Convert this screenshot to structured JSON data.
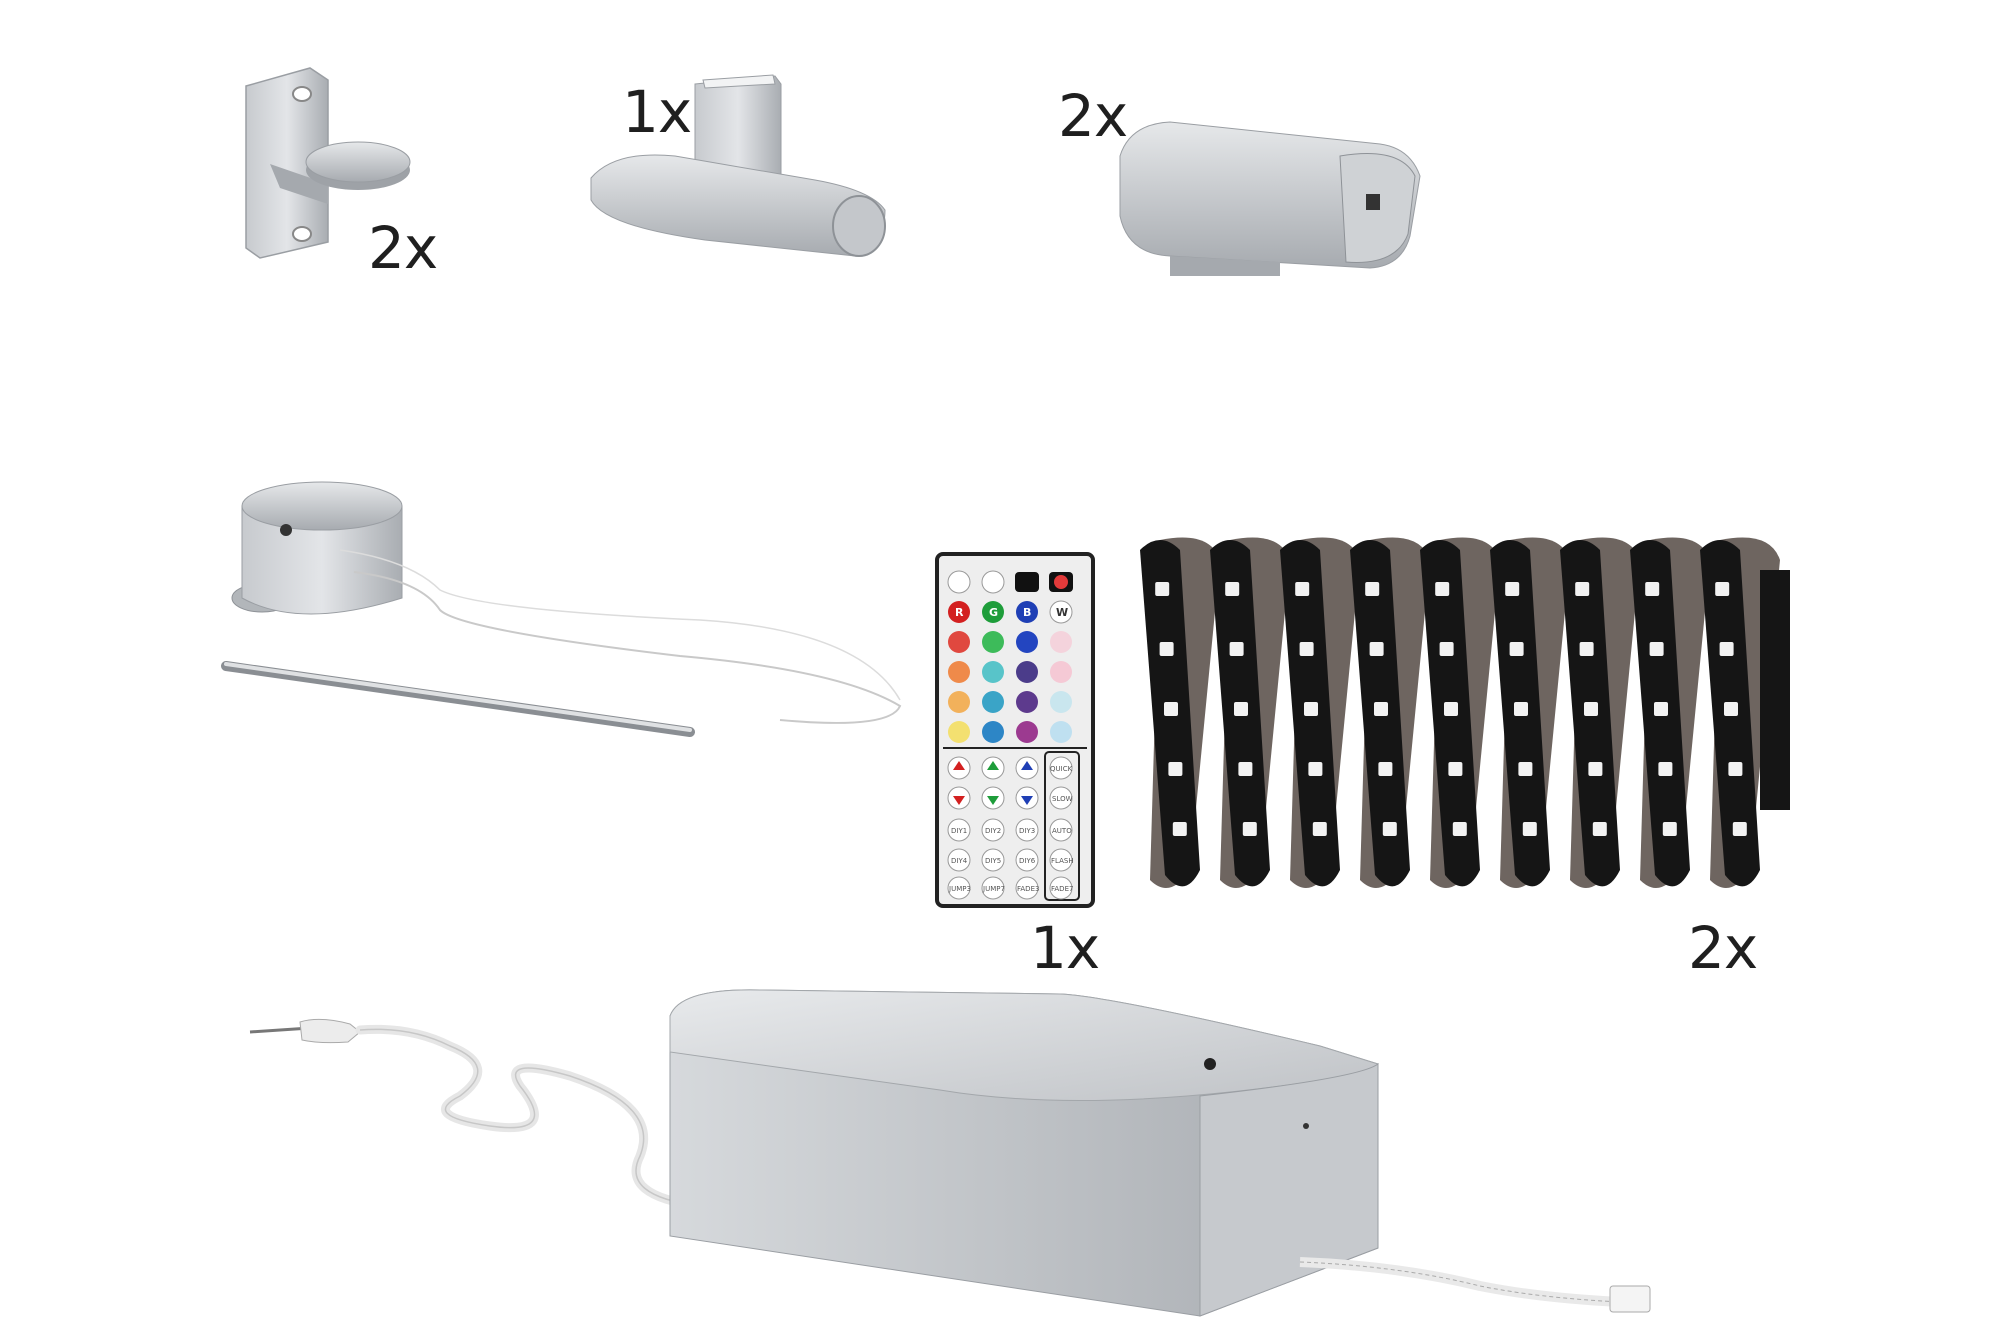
{
  "colors": {
    "background": "#ffffff",
    "metal_light": "#d9dcdf",
    "metal_mid": "#b6b9bd",
    "metal_dark": "#8c9095",
    "strip_black": "#151515",
    "strip_tape": "#6e6560",
    "led_white": "#f2f2f2"
  },
  "items": {
    "wall_bracket": {
      "qty": "2x",
      "icon": "wall-bracket-icon"
    },
    "t_connector": {
      "qty": "1x",
      "icon": "t-connector-icon"
    },
    "end_cap": {
      "qty": "2x",
      "icon": "end-cap-icon"
    },
    "ceiling_mount": {
      "icon": "ceiling-mount-icon"
    },
    "remote": {
      "qty": "1x",
      "icon": "ir-remote-icon",
      "color_letters": [
        "R",
        "G",
        "B",
        "W"
      ],
      "small_buttons": [
        [
          "DIY1",
          "DIY2",
          "DIY3",
          "AUTO"
        ],
        [
          "DIY4",
          "DIY5",
          "DIY6",
          "FLASH"
        ],
        [
          "JUMP3",
          "JUMP7",
          "FADE3",
          "FADE7"
        ]
      ],
      "side_buttons": [
        "QUICK",
        "SLOW"
      ]
    },
    "led_strip": {
      "qty": "2x",
      "icon": "led-strip-icon"
    },
    "power_box": {
      "icon": "power-supply-icon"
    }
  }
}
